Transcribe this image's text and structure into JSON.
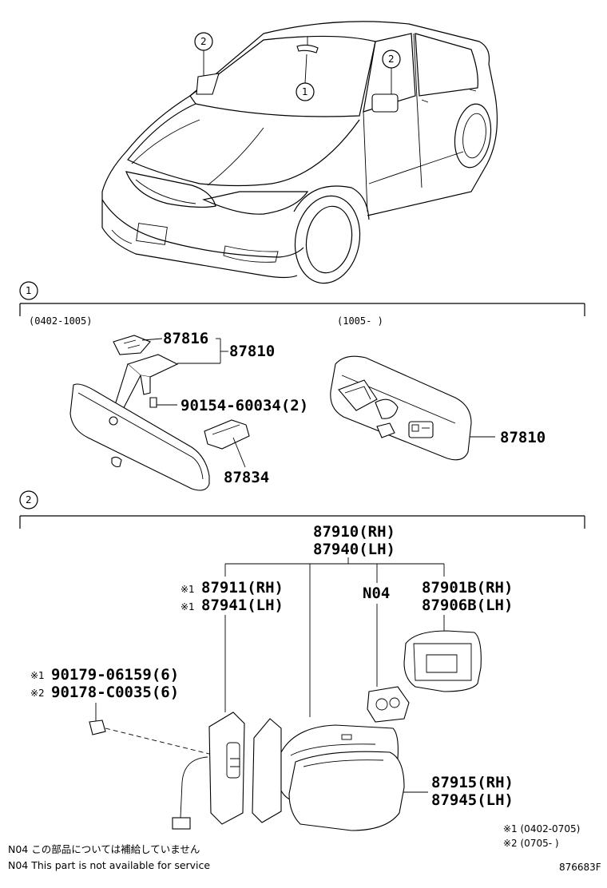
{
  "callouts": {
    "one": "1",
    "two": "2"
  },
  "section1": {
    "range_left": "(0402-1005)",
    "range_right": "(1005-      )",
    "parts": {
      "p87816": "87816",
      "p87810_left": "87810",
      "p90154": "90154-60034(2)",
      "p87834": "87834",
      "p87810_right": "87810"
    }
  },
  "section2": {
    "assembly_rh": "87910(RH)",
    "assembly_lh": "87940(LH)",
    "p87911": "87911(RH)",
    "p87941": "87941(LH)",
    "mark1a": "※1",
    "mark1b": "※1",
    "n04": "N04",
    "p87901b": "87901B(RH)",
    "p87906b": "87906B(LH)",
    "screw1_mark": "※1",
    "screw1": "90179-06159(6)",
    "screw2_mark": "※2",
    "screw2": "90178-C0035(6)",
    "p87915": "87915(RH)",
    "p87945": "87945(LH)",
    "legend1": "※1 (0402-0705)",
    "legend2": "※2 (0705-      )"
  },
  "notes": {
    "jp": "N04 この部品については補給していません",
    "en": "N04 This part is not available for service"
  },
  "diagram_code": "876683F"
}
